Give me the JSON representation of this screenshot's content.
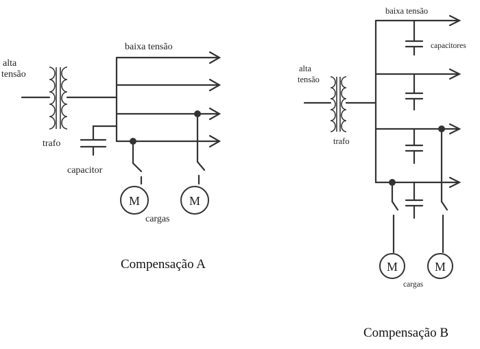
{
  "diagram_a": {
    "input_label_line1": "alta",
    "input_label_line2": "tensão",
    "output_label": "baixa tensão",
    "transformer_label": "trafo",
    "capacitor_label": "capacitor",
    "loads_label": "cargas",
    "motor_symbol": "M",
    "caption": "Compensação A"
  },
  "diagram_b": {
    "input_label_line1": "alta",
    "input_label_line2": "tensão",
    "output_label": "baixa tensão",
    "capacitors_label": "capacitores",
    "transformer_label": "trafo",
    "loads_label": "cargas",
    "motor_symbol": "M",
    "caption": "Compensação B"
  },
  "colors": {
    "line": "#333333",
    "text": "#222222",
    "background": "#ffffff"
  }
}
